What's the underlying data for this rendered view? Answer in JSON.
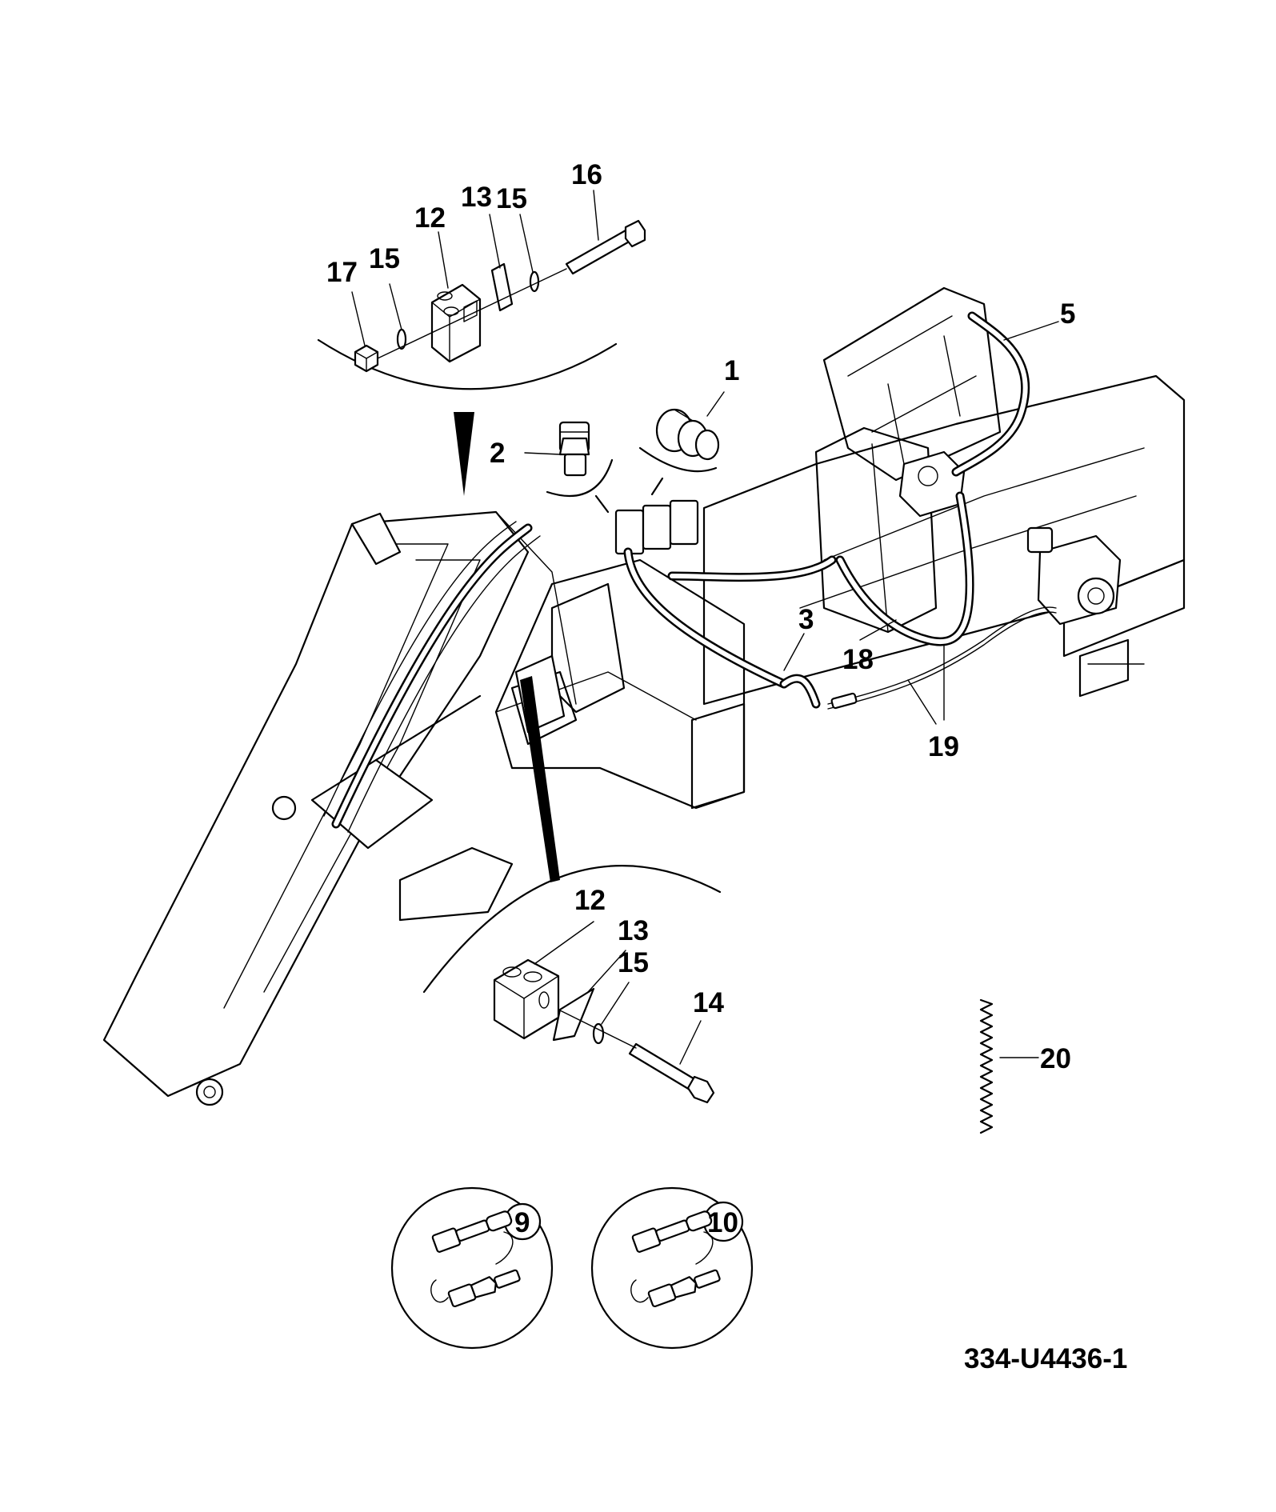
{
  "drawing": {
    "reference": "334-U4436-1",
    "callouts": [
      {
        "id": "c1",
        "label": "1"
      },
      {
        "id": "c2",
        "label": "2"
      },
      {
        "id": "c3",
        "label": "3"
      },
      {
        "id": "c5",
        "label": "5"
      },
      {
        "id": "c9",
        "label": "9"
      },
      {
        "id": "c10",
        "label": "10"
      },
      {
        "id": "c12a",
        "label": "12"
      },
      {
        "id": "c13a",
        "label": "13"
      },
      {
        "id": "c15a",
        "label": "15"
      },
      {
        "id": "c15b",
        "label": "15"
      },
      {
        "id": "c16",
        "label": "16"
      },
      {
        "id": "c17",
        "label": "17"
      },
      {
        "id": "c12b",
        "label": "12"
      },
      {
        "id": "c13b",
        "label": "13"
      },
      {
        "id": "c15c",
        "label": "15"
      },
      {
        "id": "c14",
        "label": "14"
      },
      {
        "id": "c18",
        "label": "18"
      },
      {
        "id": "c19",
        "label": "19"
      },
      {
        "id": "c20",
        "label": "20"
      }
    ]
  }
}
